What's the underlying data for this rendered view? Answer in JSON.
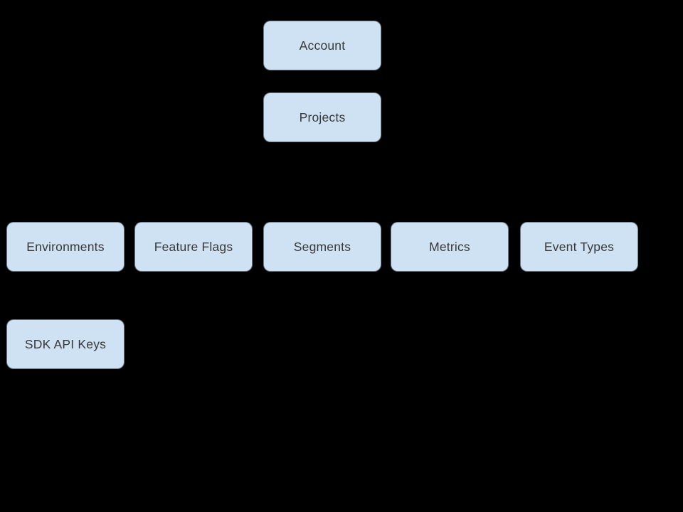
{
  "diagram": {
    "background_color": "#000000",
    "node_fill_color": "#cfe2f3",
    "node_text_color": "#383838",
    "nodes": {
      "account": {
        "label": "Account"
      },
      "projects": {
        "label": "Projects"
      },
      "environments": {
        "label": "Environments"
      },
      "feature_flags": {
        "label": "Feature Flags"
      },
      "segments": {
        "label": "Segments"
      },
      "metrics": {
        "label": "Metrics"
      },
      "event_types": {
        "label": "Event Types"
      },
      "sdk_api_keys": {
        "label": "SDK API Keys"
      }
    }
  }
}
